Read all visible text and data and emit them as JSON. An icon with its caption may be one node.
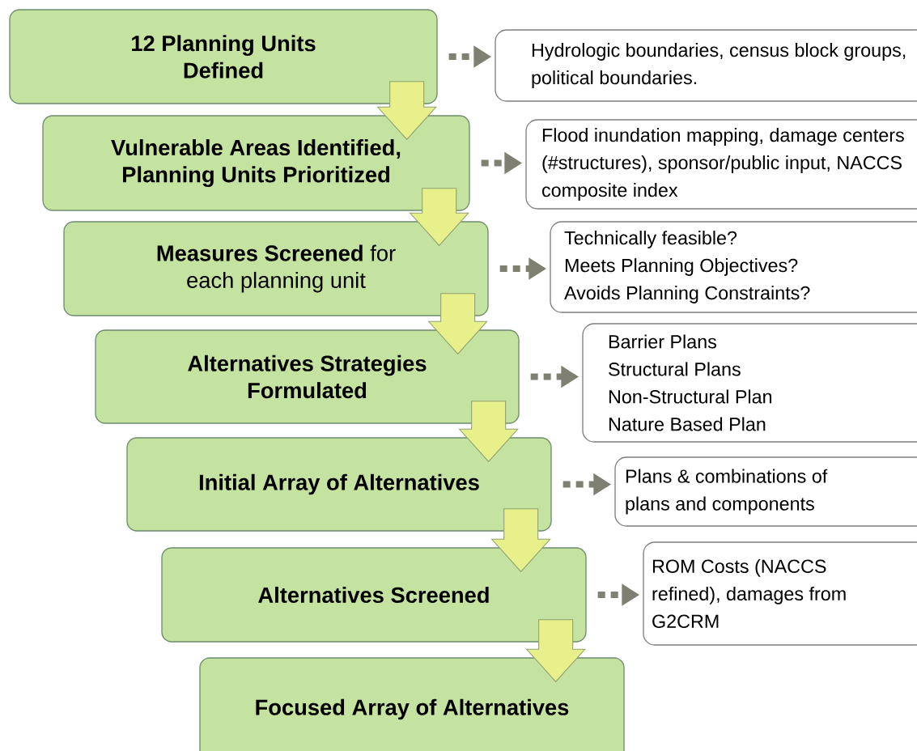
{
  "diagram": {
    "nodes": [
      {
        "text": [
          "12 Planning Units Defined"
        ]
      },
      {
        "text": [
          "Vulnerable Areas Identified, Planning Units Prioritized"
        ]
      },
      {
        "text": [
          "**Measures Screened** for each planning unit"
        ]
      },
      {
        "text": [
          "Alternatives Strategies Formulated"
        ]
      },
      {
        "text": [
          "Initial Array of Alternatives"
        ]
      },
      {
        "text": [
          "Alternatives Screened"
        ]
      },
      {
        "text": [
          "Focused Array of Alternatives"
        ]
      },
      {
        "text": [
          "Hydrologic boundaries, census block groups, political boundaries."
        ]
      },
      {
        "text": [
          "Flood inundation mapping, damage centers (#structures), sponsor/public input, NACCS composite index"
        ]
      },
      {
        "text": [
          "Technically feasible?",
          "Meets Planning Objectives?",
          "Avoids Planning Constraints?"
        ]
      },
      {
        "text": [
          "Barrier Plans",
          "Structural Plans",
          "Non-Structural Plan",
          "Nature Based Plan"
        ]
      },
      {
        "text": [
          "Plans & combinations of plans and components"
        ]
      },
      {
        "text": [
          "ROM Costs (NACCS refined), damages from G2CRM"
        ]
      }
    ],
    "edges": [
      {
        "from": 0,
        "to": 1,
        "arrow": "to",
        "style": "thick",
        "color": "#e8f08c"
      },
      {
        "from": 1,
        "to": 2,
        "arrow": "to",
        "style": "thick",
        "color": "#e8f08c"
      },
      {
        "from": 2,
        "to": 3,
        "arrow": "to",
        "style": "thick",
        "color": "#e8f08c"
      },
      {
        "from": 3,
        "to": 4,
        "arrow": "to",
        "style": "thick",
        "color": "#e8f08c"
      },
      {
        "from": 4,
        "to": 5,
        "arrow": "to",
        "style": "thick",
        "color": "#e8f08c"
      },
      {
        "from": 5,
        "to": 6,
        "arrow": "to",
        "style": "thick",
        "color": "#e8f08c"
      },
      {
        "from": 0,
        "to": 7,
        "arrow": "to",
        "style": "dashed",
        "color": "#7f7f72"
      },
      {
        "from": 1,
        "to": 8,
        "arrow": "to",
        "style": "dashed",
        "color": "#7f7f72"
      },
      {
        "from": 2,
        "to": 9,
        "arrow": "to",
        "style": "dashed",
        "color": "#7f7f72"
      },
      {
        "from": 3,
        "to": 10,
        "arrow": "to",
        "style": "dashed",
        "color": "#7f7f72"
      },
      {
        "from": 4,
        "to": 11,
        "arrow": "to",
        "style": "dashed",
        "color": "#7f7f72"
      },
      {
        "from": 5,
        "to": 12,
        "arrow": "to",
        "style": "dashed",
        "color": "#7f7f72"
      }
    ]
  }
}
